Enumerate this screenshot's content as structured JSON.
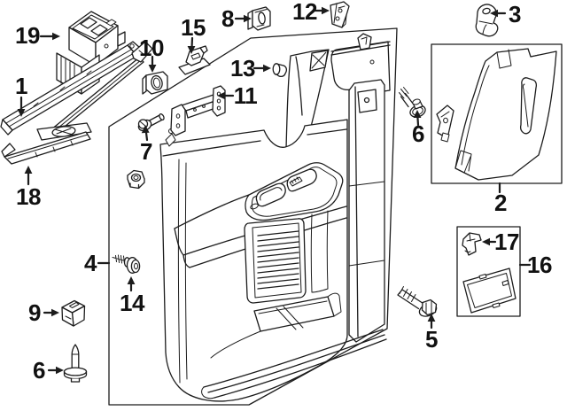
{
  "colors": {
    "background": "#ffffff",
    "line": "#1c1c1c",
    "label_text": "#111111"
  },
  "callouts": {
    "c1": {
      "label": "1"
    },
    "c2": {
      "label": "2"
    },
    "c3": {
      "label": "3"
    },
    "c4": {
      "label": "4"
    },
    "c5": {
      "label": "5"
    },
    "c6_left": {
      "label": "6"
    },
    "c6_right": {
      "label": "6"
    },
    "c7": {
      "label": "7"
    },
    "c8": {
      "label": "8"
    },
    "c9": {
      "label": "9"
    },
    "c10": {
      "label": "10"
    },
    "c11": {
      "label": "11"
    },
    "c12": {
      "label": "12"
    },
    "c13": {
      "label": "13"
    },
    "c14": {
      "label": "14"
    },
    "c15": {
      "label": "15"
    },
    "c16": {
      "label": "16"
    },
    "c17": {
      "label": "17"
    },
    "c18": {
      "label": "18"
    },
    "c19": {
      "label": "19"
    }
  }
}
